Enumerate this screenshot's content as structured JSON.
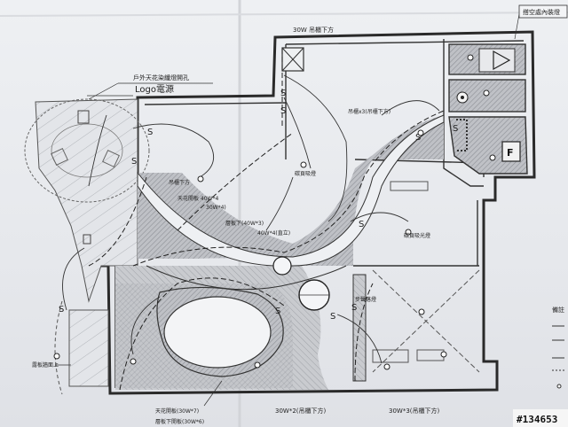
{
  "labels": {
    "top_right_box": "搭空處內裝燈",
    "outdoor_ceiling": "戶外天花染纖燈開孔",
    "logo_power": "Logo電源",
    "top_30w": "30W 吊櫃下方",
    "cabinet_30w3": "吊櫃x3(吊櫃下方)",
    "cabinet_below": "吊櫃下方",
    "ceiling_40w4": "天花開板 40W*4",
    "ceiling_30w4": "30W*4)",
    "wall_40w3": "層板下(40W*3)",
    "center_40w4": "40W*4(直立)",
    "wall_light_1": "碳頁吸燈",
    "wall_light_2": "碳頁吸光燈",
    "step_light": "步聲落燈",
    "left_wall": "露板牆面上",
    "bottom_ceiling_30w7": "天花開板(30W*7)",
    "bottom_cabinet_30w6": "層板下開板(30W*6)",
    "bottom_30w2": "30W*2(吊櫃下方)",
    "bottom_30w3": "30W*3(吊櫃下方)",
    "right_edge": "備註",
    "f_mark": "F",
    "watermark": "#134653"
  }
}
